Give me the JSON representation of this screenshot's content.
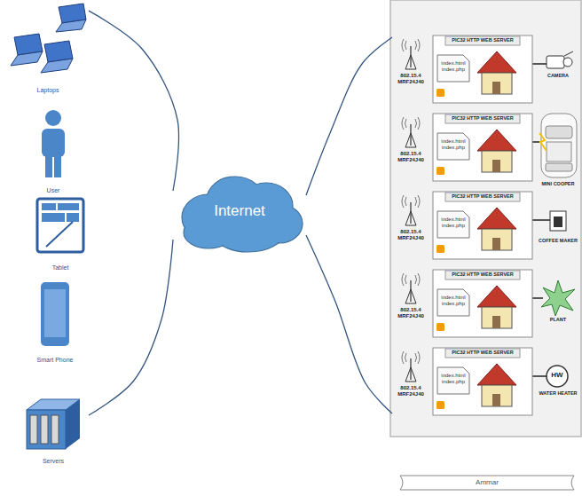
{
  "diagram": {
    "nodes": [
      {
        "text": [
          "Laptops"
        ]
      },
      {
        "text": [
          "User"
        ]
      },
      {
        "text": [
          "Tablet"
        ]
      },
      {
        "text": [
          "Smart Phone"
        ]
      },
      {
        "text": [
          "Servers"
        ]
      },
      {
        "text": [
          "Internet"
        ]
      },
      {
        "text": [
          "PIC32 HTTP WEB SERVER",
          "index.html index.php",
          "802.15.4 MRF24J40"
        ]
      },
      {
        "text": [
          "PIC32 HTTP WEB SERVER",
          "index.html index.php",
          "802.15.4 MRF24J40"
        ]
      },
      {
        "text": [
          "PIC32 HTTP WEB SERVER",
          "index.html index.php",
          "802.15.4 MRF24J40"
        ]
      },
      {
        "text": [
          "PIC32 HTTP WEB SERVER",
          "index.html index.php",
          "802.15.4 MRF24J40"
        ]
      },
      {
        "text": [
          "PIC32 HTTP WEB SERVER",
          "index.html index.php",
          "802.15.4 MRF24J40"
        ]
      },
      {
        "text": [
          "Ammar"
        ]
      }
    ],
    "edges": [
      {
        "from": 0,
        "to": 5,
        "arrow": "none"
      },
      {
        "from": 5,
        "to": 4,
        "arrow": "none"
      },
      {
        "from": 5,
        "to": 6,
        "arrow": "none"
      },
      {
        "from": 5,
        "to": 10,
        "arrow": "none"
      }
    ],
    "labels": [
      "CAMERA",
      "MINI COOPER",
      "COFFEE MAKER",
      "PLANT",
      "HW",
      "WATER HEATER"
    ]
  }
}
